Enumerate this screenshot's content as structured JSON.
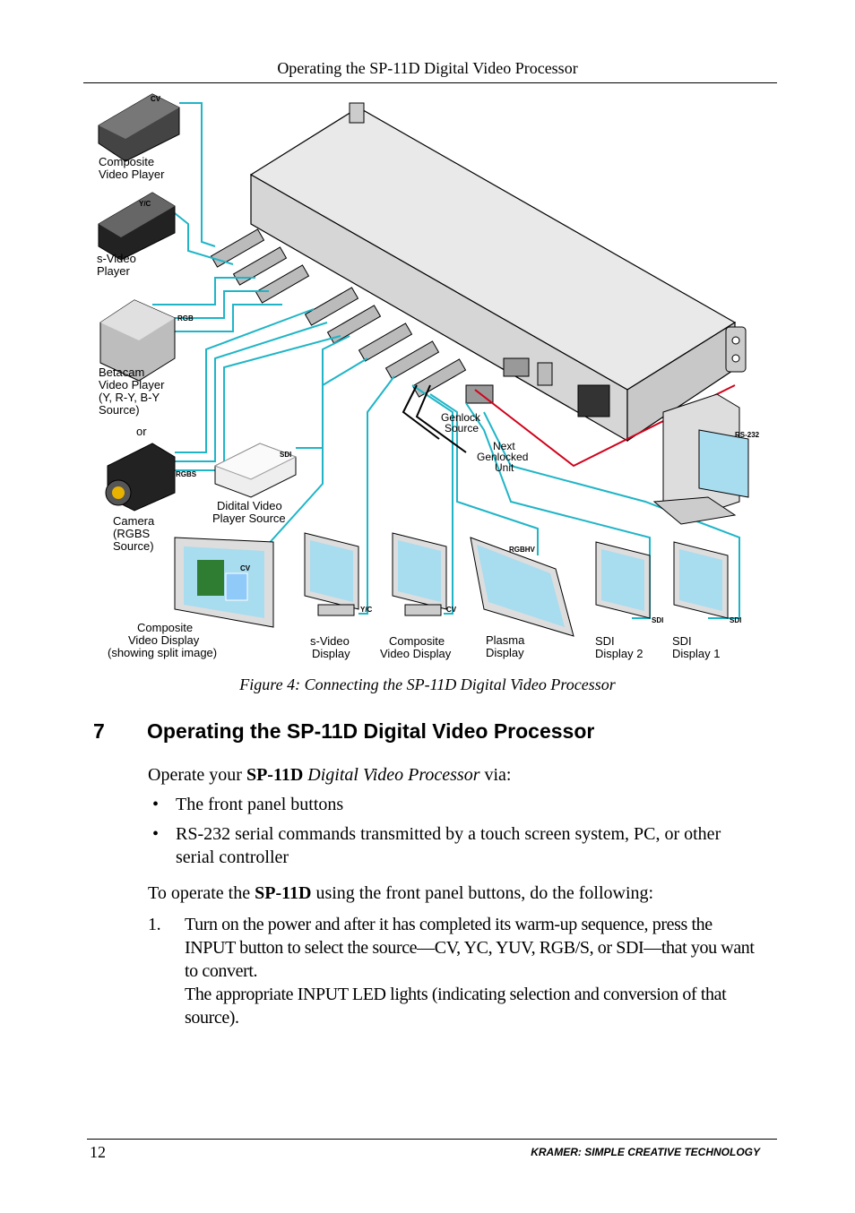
{
  "header": {
    "running_title": "Operating the SP-11D Digital Video Processor"
  },
  "figure": {
    "labels": {
      "composite_player": [
        "Composite",
        "Video Player"
      ],
      "svideo_player": [
        "s-Video",
        "Player"
      ],
      "betacam": [
        "Betacam",
        "Video Player",
        "(Y, R-Y, B-Y",
        "Source)"
      ],
      "or": "or",
      "camera": [
        "Camera",
        "(RGBS",
        "Source)"
      ],
      "digital_player": [
        "Didital Video",
        "Player Source"
      ],
      "composite_display": [
        "Composite",
        "Video Display",
        "(showing split image)"
      ],
      "svideo_display": [
        "s-Video",
        "Display"
      ],
      "composite_display2": [
        "Composite",
        "Video Display"
      ],
      "plasma": [
        "Plasma",
        "Display"
      ],
      "sdi2": [
        "SDI",
        "Display 2"
      ],
      "sdi1": [
        "SDI",
        "Display 1"
      ],
      "genlock": [
        "Genlock",
        "Source"
      ],
      "next_genlock": [
        "Next",
        "Genlocked",
        "Unit"
      ]
    },
    "tags": {
      "cv": "CV",
      "yc": "Y/C",
      "rgb": "RGB",
      "rgbs": "RGBS",
      "sdi": "SDI",
      "rgbhv": "RGBHV",
      "rs232": "RS-232"
    },
    "caption": "Figure 4: Connecting the SP-11D Digital Video Processor"
  },
  "section": {
    "number": "7",
    "title": "Operating the SP-11D Digital Video Processor"
  },
  "intro": {
    "pre": "Operate your ",
    "bold": "SP-11D",
    "italic": " Digital Video Processor",
    "post": " via:"
  },
  "bullets": [
    "The front panel buttons",
    "RS-232 serial commands transmitted by a touch screen system, PC, or other serial controller"
  ],
  "para2": {
    "pre": "To operate the ",
    "bold": "SP-11D",
    "post": " using the front panel buttons, do the following:"
  },
  "steps": [
    {
      "n": "1.",
      "text": "Turn on the power and after it has completed its warm-up sequence, press the INPUT button to select the source—CV, YC, YUV, RGB/S, or SDI—that you want to convert.",
      "extra": "The appropriate INPUT LED lights (indicating selection and conversion of that source)."
    }
  ],
  "footer": {
    "page": "12",
    "brand": "KRAMER:  SIMPLE CREATIVE TECHNOLOGY"
  },
  "colors": {
    "cable": "#1fb5c7",
    "rs232": "#d0021b",
    "screen": "#a8dcef"
  }
}
